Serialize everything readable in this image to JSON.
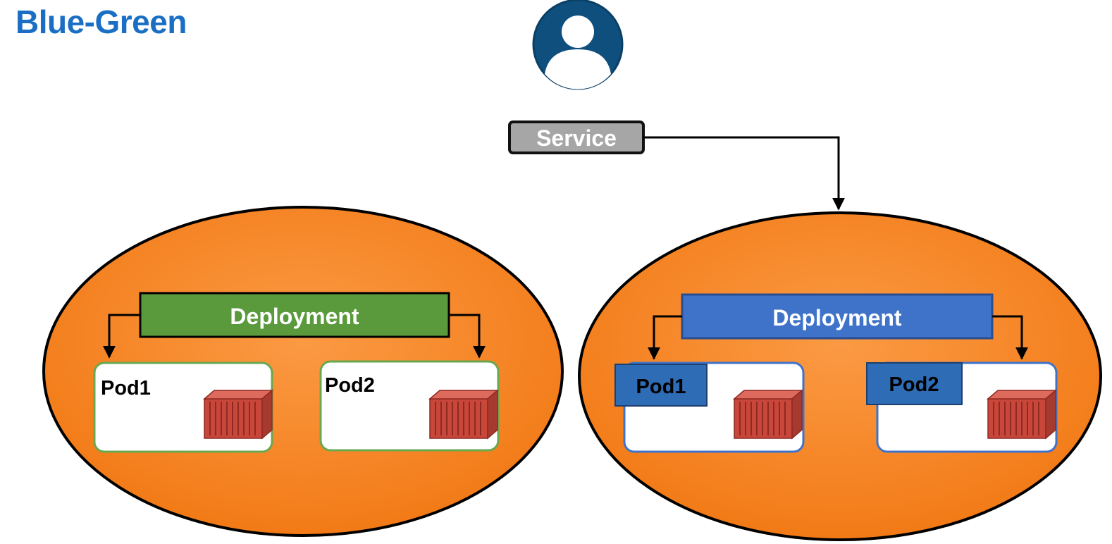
{
  "title": "Blue-Green",
  "user": {
    "icon": "user-icon"
  },
  "service": {
    "label": "Service"
  },
  "colors": {
    "title": "#1a6fc4",
    "cluster_fill": "#f58220",
    "green_deployment": "#5b9a3c",
    "blue_deployment": "#3f73c9",
    "blue_pod_label": "#2e6cb5",
    "user_icon": "#0e4f7e",
    "service_fill": "#a6a6a6",
    "container": "#c8473a"
  },
  "green": {
    "deployment_label": "Deployment",
    "pods": [
      {
        "label": "Pod1",
        "icon": "container-icon"
      },
      {
        "label": "Pod2",
        "icon": "container-icon"
      }
    ]
  },
  "blue": {
    "deployment_label": "Deployment",
    "pods": [
      {
        "label": "Pod1",
        "icon": "container-icon"
      },
      {
        "label": "Pod2",
        "icon": "container-icon"
      }
    ]
  }
}
